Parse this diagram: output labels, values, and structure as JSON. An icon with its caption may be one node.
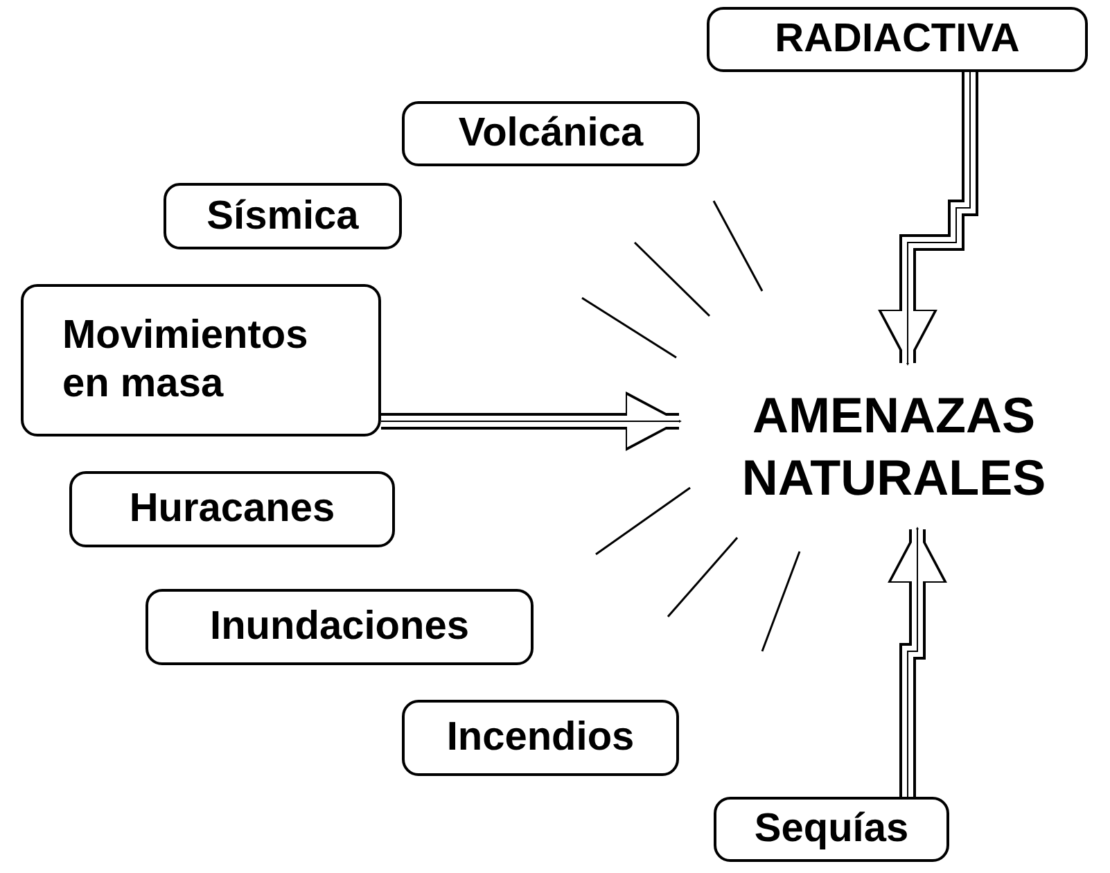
{
  "diagram": {
    "nodes": [
      {
        "text": [
          "RADIACTIVA"
        ]
      },
      {
        "text": [
          "Volcánica"
        ]
      },
      {
        "text": [
          "Sísmica"
        ]
      },
      {
        "text": [
          "Movimientos en masa"
        ]
      },
      {
        "text": [
          "Huracanes"
        ]
      },
      {
        "text": [
          "Inundaciones"
        ]
      },
      {
        "text": [
          "Incendios"
        ]
      },
      {
        "text": [
          "Sequías"
        ]
      },
      {
        "text": [
          "AMENAZAS NATURALES"
        ]
      }
    ],
    "edges": [
      {
        "from": 0,
        "to": 8,
        "arrow": "to"
      },
      {
        "from": 3,
        "to": 8,
        "arrow": "to"
      },
      {
        "from": 7,
        "to": 8,
        "arrow": "to"
      }
    ]
  }
}
